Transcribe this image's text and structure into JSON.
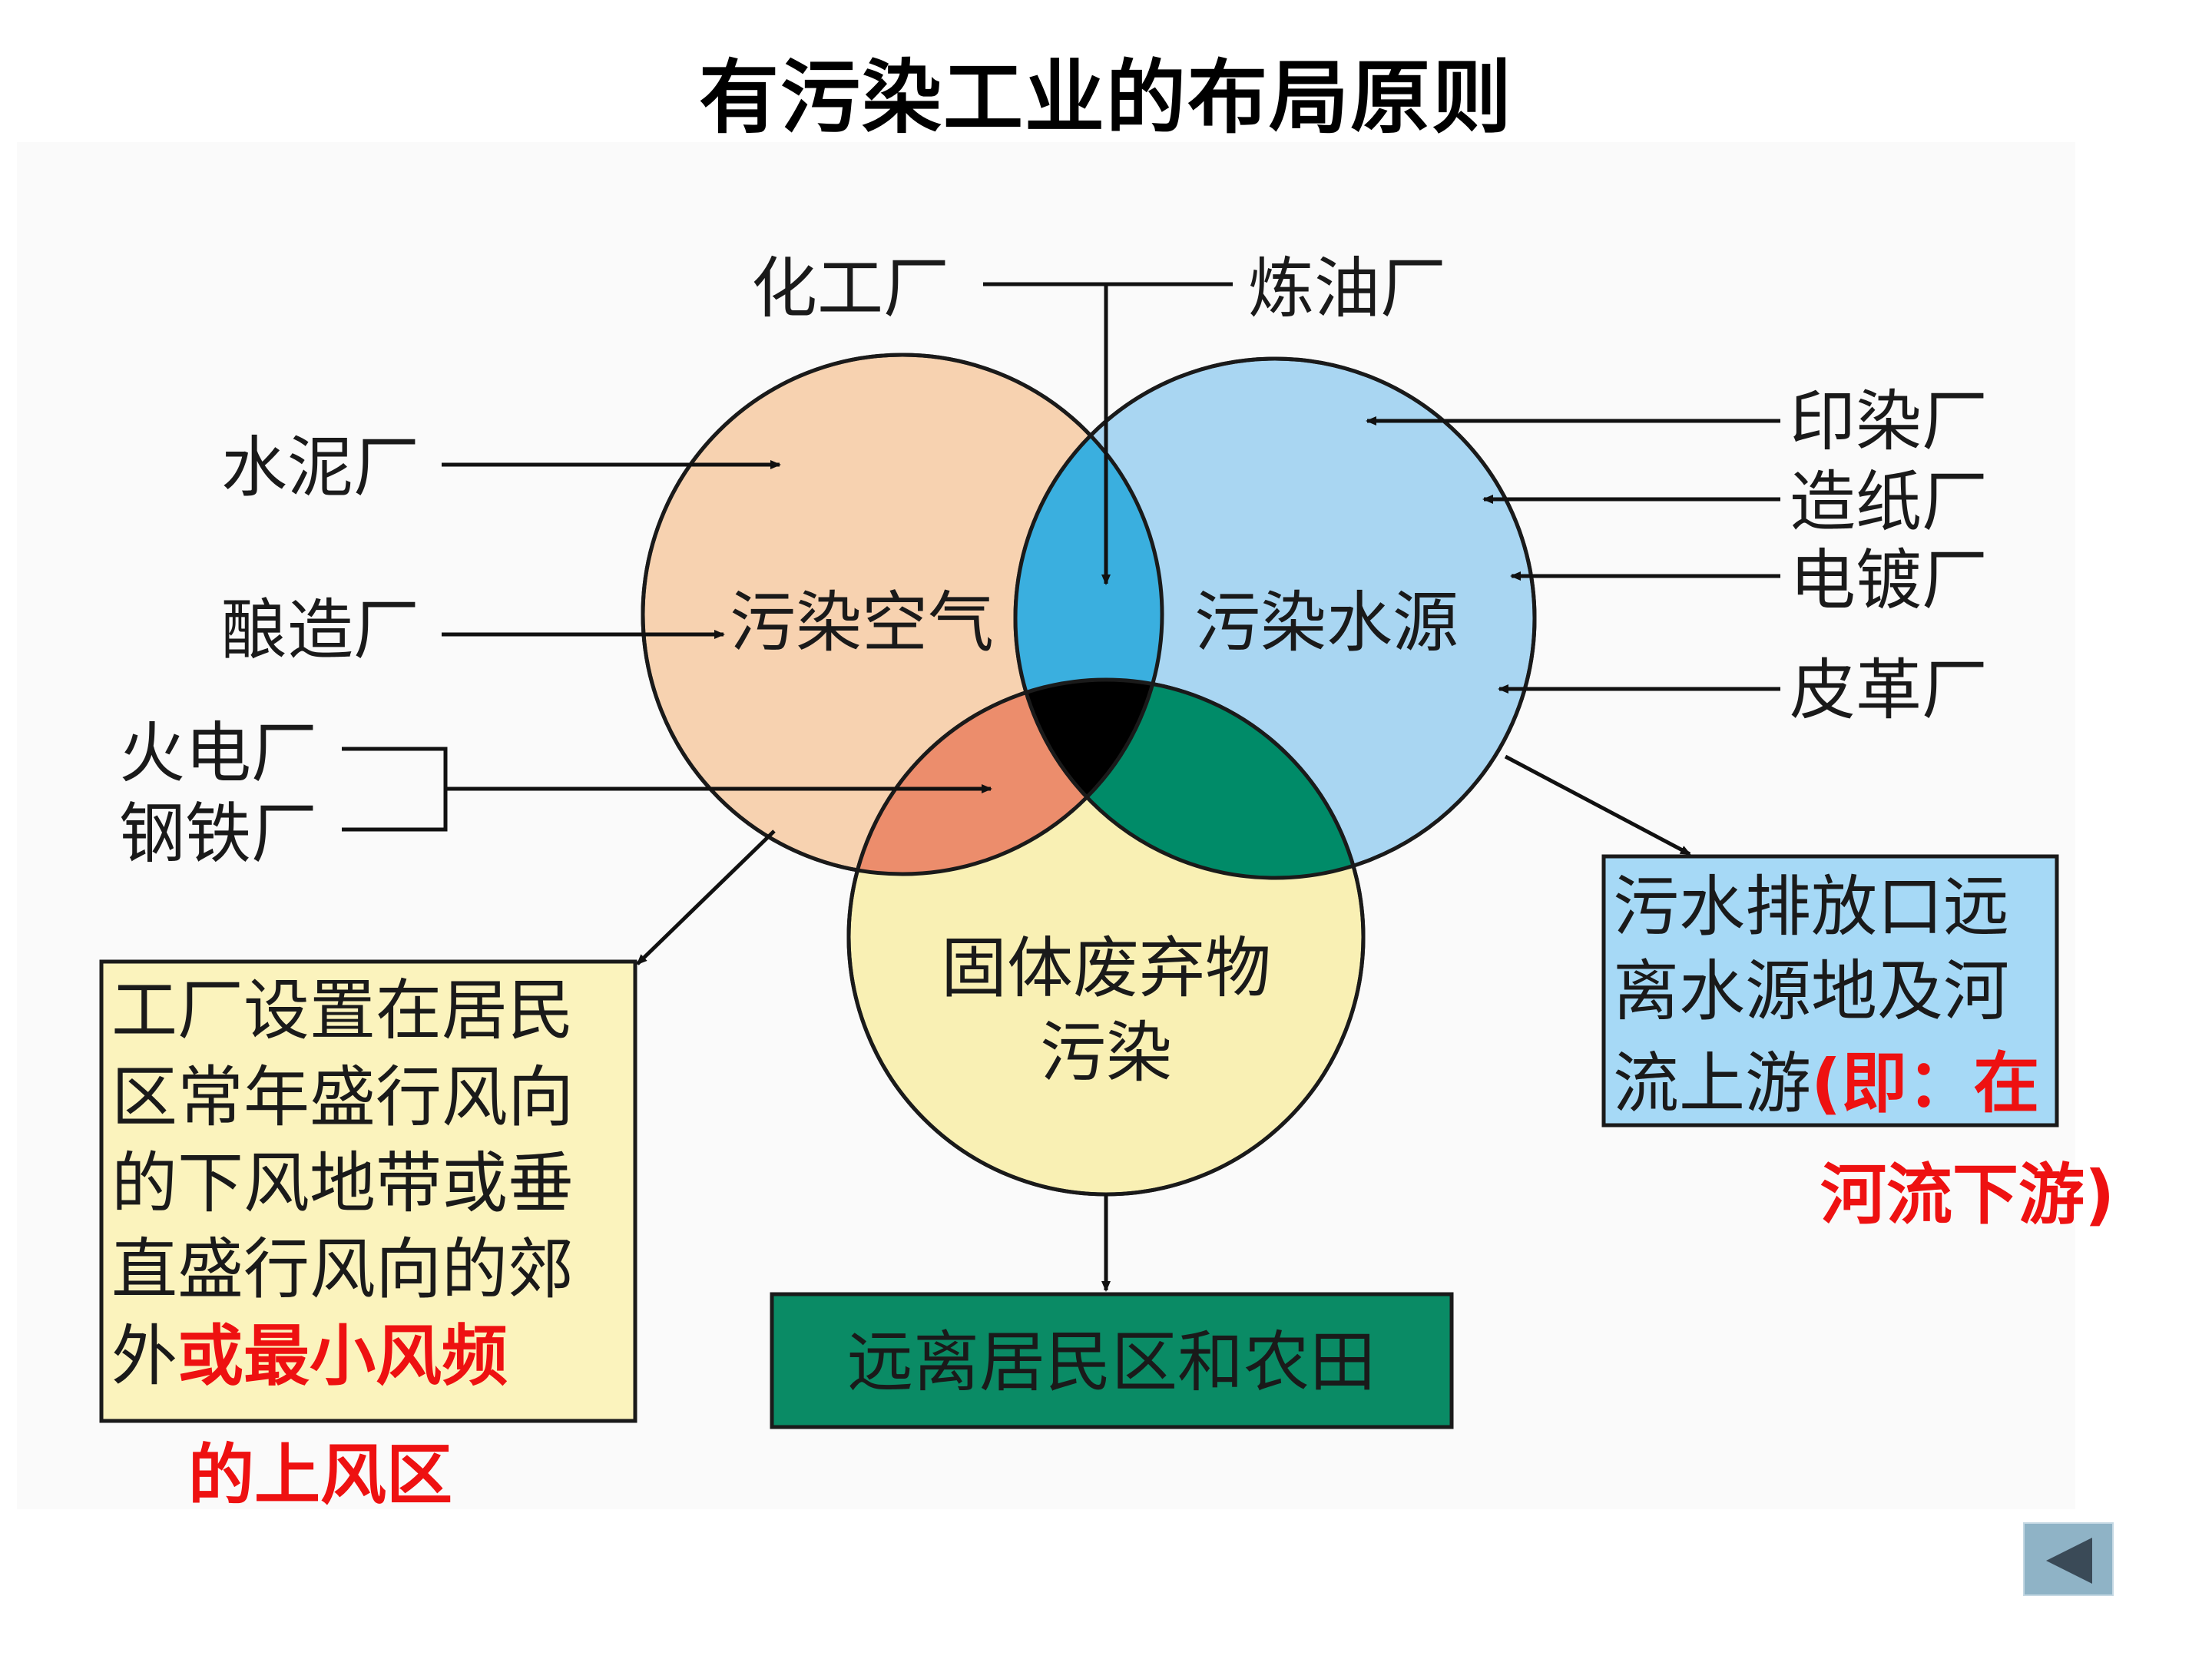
{
  "title": "有污染工业的布局原则",
  "circles": {
    "air": "污染空气",
    "water": "污染水源",
    "solid_line1": "固体废弃物",
    "solid_line2": "污染"
  },
  "factories": {
    "chemical": "化工厂",
    "refinery": "炼油厂",
    "cement": "水泥厂",
    "brewery": "酿造厂",
    "power": "火电厂",
    "steel": "钢铁厂",
    "dyeing": "印染厂",
    "paper": "造纸厂",
    "plating": "电镀厂",
    "leather": "皮革厂"
  },
  "left_box": {
    "lines": [
      "工厂设置在居民",
      "区常年盛行风向",
      "的下风地带或垂",
      "直盛行风向的郊"
    ],
    "line5_start": "外",
    "red_1": "或最小风频",
    "red_2": "的上风区"
  },
  "right_box": {
    "lines": [
      "污水排放口远",
      "离水源地及河"
    ],
    "line3_start": "流上游",
    "red_1": "(即：在",
    "red_2": "河流下游)"
  },
  "bottom_box": "远离居民区和农田",
  "colors": {
    "air_circle": "#f7d2b0",
    "water_circle": "#a9d6f2",
    "solid_circle": "#f9f0b4",
    "air_water_overlap": "#3aafdf",
    "air_solid_overlap": "#ec8d6c",
    "water_solid_overlap": "#008b68",
    "center_overlap": "#000000",
    "left_box": "#fbf3bd",
    "right_box": "#a6d9f6",
    "bottom_box": "#0a8b65",
    "highlight_text": "#ee1111"
  },
  "back_icon": "left-triangle-icon"
}
